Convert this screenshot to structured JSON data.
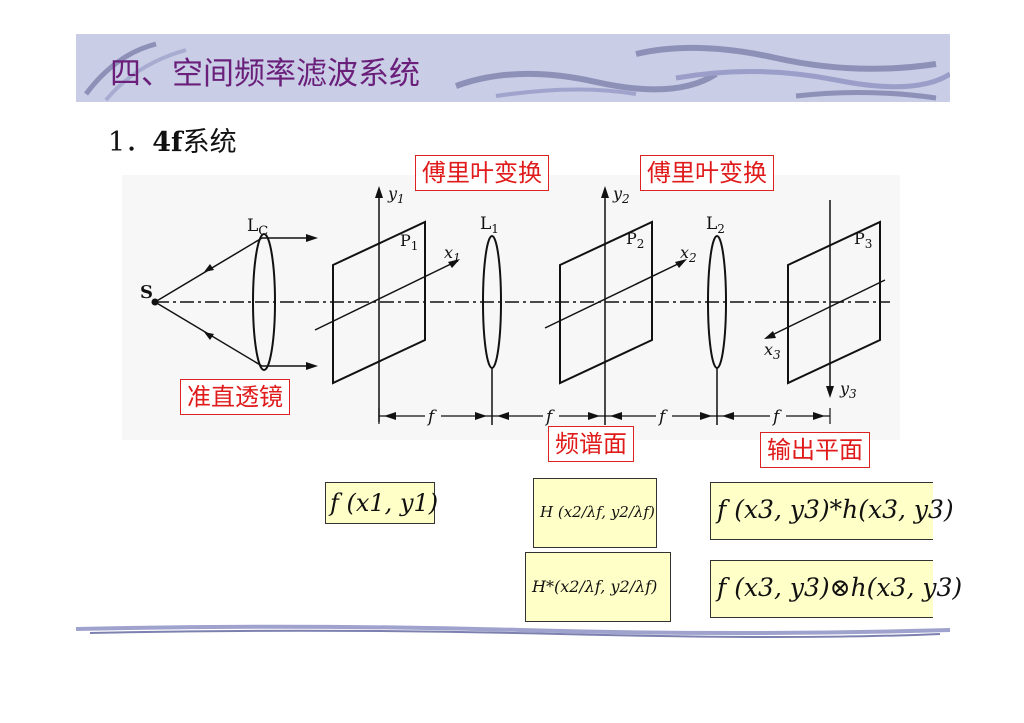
{
  "slide": {
    "title": "四、空间频率滤波系统",
    "subtitle_num": "1．",
    "subtitle_bold": "4f",
    "subtitle_rest": "系统"
  },
  "diagram": {
    "labels": {
      "source": "S",
      "collimator_lens": "L",
      "collimator_lens_sub": "C",
      "lens1": "L",
      "lens1_sub": "1",
      "lens2": "L",
      "lens2_sub": "2",
      "plane1": "P",
      "plane1_sub": "1",
      "plane2": "P",
      "plane2_sub": "2",
      "plane3": "P",
      "plane3_sub": "3",
      "x1": "x",
      "x1_sub": "1",
      "y1": "y",
      "y1_sub": "1",
      "x2": "x",
      "x2_sub": "2",
      "y2": "y",
      "y2_sub": "2",
      "x3": "x",
      "x3_sub": "3",
      "y3": "y",
      "y3_sub": "3",
      "f": "f"
    }
  },
  "callouts": {
    "fourier1": "傅里叶变换",
    "fourier2": "傅里叶变换",
    "collimating_lens": "准直透镜",
    "spectrum_plane": "频谱面",
    "output_plane": "输出平面"
  },
  "formulas": {
    "input": "f (x1, y1)",
    "transfer": "H (x2/λf, y2/λf)",
    "transfer_conj": "H*(x2/λf, y2/λf)",
    "convolution": "f (x3, y3)*h(x3, y3)",
    "correlation": "f (x3, y3)⊗h(x3, y3)"
  }
}
